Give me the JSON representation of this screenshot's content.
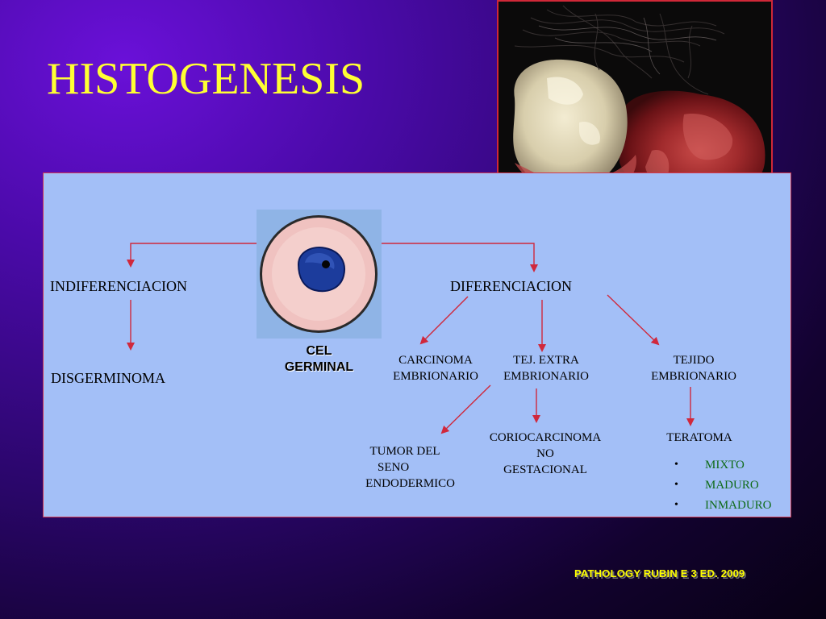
{
  "slide": {
    "title": "HISTOGENESIS",
    "reference": "PATHOLOGY  RUBIN  E  3  ED.  2009"
  },
  "diagram": {
    "root": {
      "label_line1": "CEL",
      "label_line2": "GERMINAL"
    },
    "left_branch": {
      "label": "INDIFERENCIACION",
      "child": "DISGERMINOMA"
    },
    "right_branch": {
      "label": "DIFERENCIACION",
      "carcinoma": {
        "line1": "CARCINOMA",
        "line2": "EMBRIONARIO"
      },
      "extra": {
        "line1": "TEJ.  EXTRA",
        "line2": "EMBRIONARIO"
      },
      "tejido": {
        "line1": "TEJIDO",
        "line2": "EMBRIONARIO"
      },
      "tumor": {
        "line1": "TUMOR  DEL",
        "line2": "SENO",
        "line3": "ENDODERMICO"
      },
      "corio": {
        "line1": "CORIOCARCINOMA",
        "line2": "NO",
        "line3": "GESTACIONAL"
      },
      "teratoma": {
        "label": "TERATOMA",
        "types": [
          "MIXTO",
          "MADURO",
          "INMADURO"
        ]
      }
    }
  },
  "colors": {
    "title": "#ffff33",
    "panel": "#a3bff7",
    "arrow": "#d0283c",
    "list_text": "#0f6b18"
  }
}
